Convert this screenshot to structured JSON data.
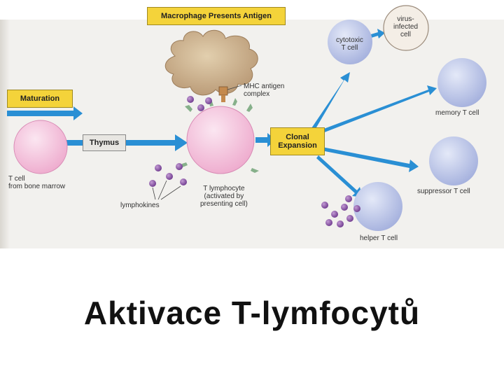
{
  "figure": {
    "boxes": {
      "macrophage": "Macrophage Presents Antigen",
      "maturation": "Maturation",
      "thymus": "Thymus",
      "clonal": "Clonal\nExpansion"
    },
    "labels": {
      "virus_cell": "virus-\ninfected\ncell",
      "cytotoxic": "cytotoxic\nT cell",
      "mhc": "MHC antigen\ncomplex",
      "memory": "memory T cell",
      "t_cell_marrow": "T cell\nfrom bone marrow",
      "t_lymphocyte": "T lymphocyte\n(activated by\npresenting cell)",
      "lymphokines": "lymphokines",
      "suppressor": "suppressor T cell",
      "helper": "helper T cell"
    },
    "colors": {
      "box": "#f4d33a",
      "arrow": "#2a8fd4",
      "macrophage": "#cdb38e",
      "pink_cell": "#f3c1dc",
      "blue_cell": "#b9c3e6",
      "lymphokine": "#8e5aa8",
      "receptor": "#86b08a"
    }
  },
  "caption": "Aktivace T-lymfocytů"
}
